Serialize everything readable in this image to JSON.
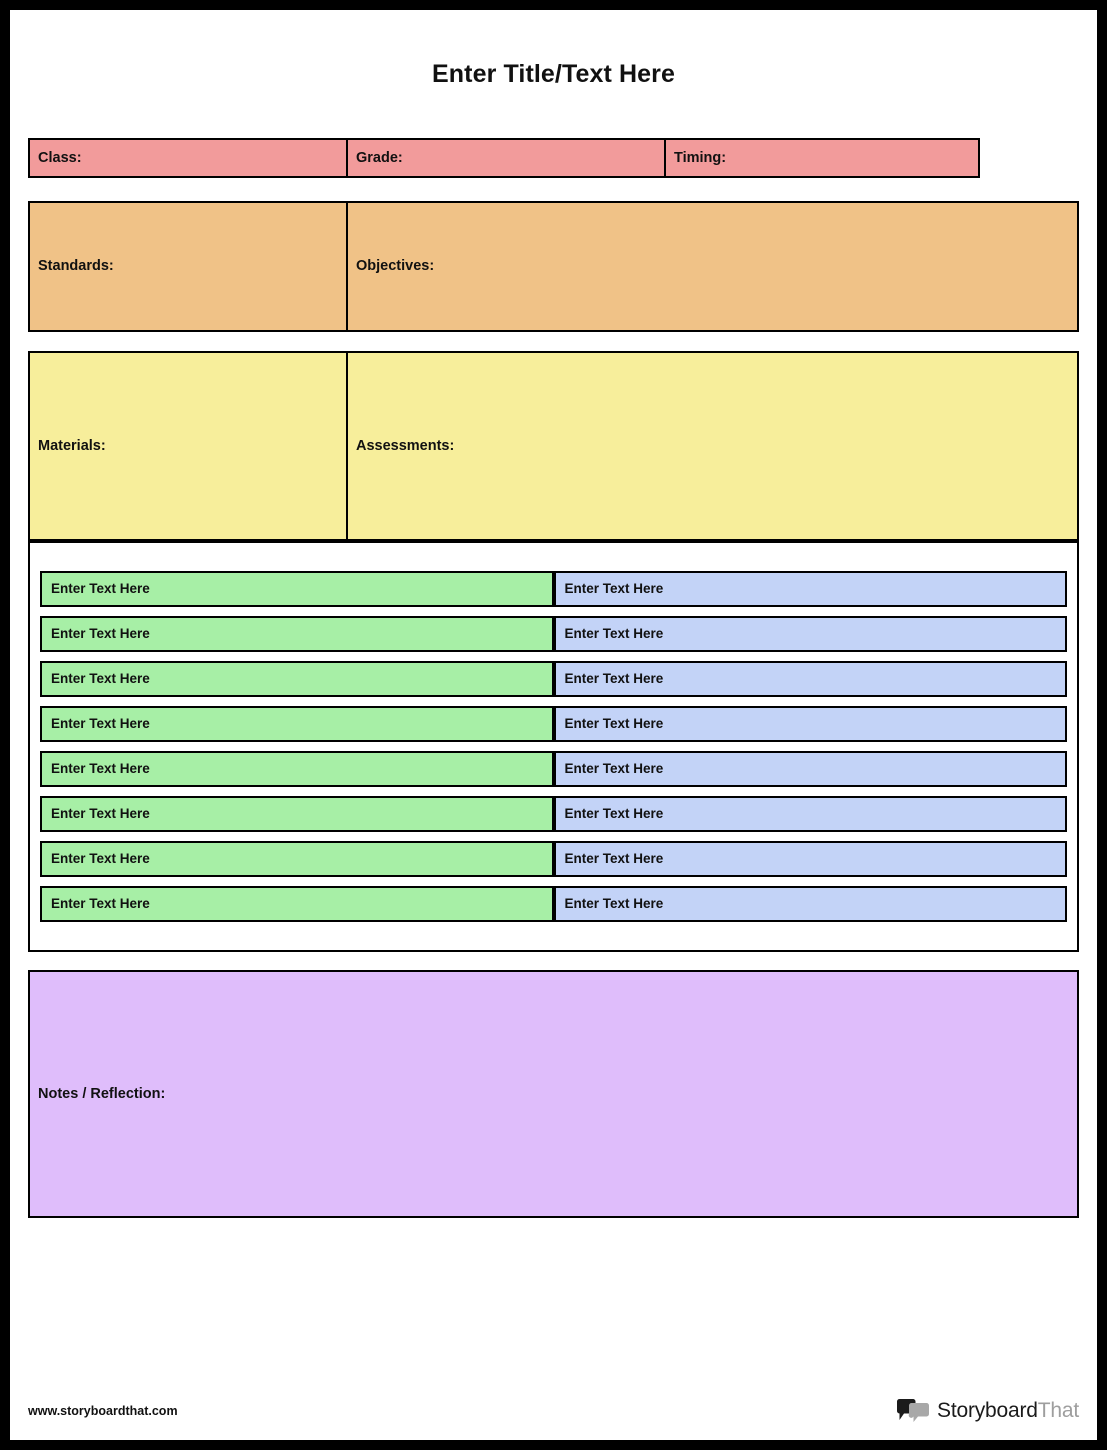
{
  "document": {
    "title": "Enter Title/Text Here"
  },
  "info_bar": {
    "fields": [
      {
        "label": "Class:"
      },
      {
        "label": "Grade:"
      },
      {
        "label": "Timing:"
      }
    ]
  },
  "standards_band": {
    "left_label": "Standards:",
    "right_label": "Objectives:"
  },
  "materials_band": {
    "left_label": "Materials:",
    "right_label": "Assessments:"
  },
  "activities": {
    "placeholder": "Enter Text Here",
    "rows": [
      {
        "left": "Enter Text Here",
        "right": "Enter Text Here"
      },
      {
        "left": "Enter Text Here",
        "right": "Enter Text Here"
      },
      {
        "left": "Enter Text Here",
        "right": "Enter Text Here"
      },
      {
        "left": "Enter Text Here",
        "right": "Enter Text Here"
      },
      {
        "left": "Enter Text Here",
        "right": "Enter Text Here"
      },
      {
        "left": "Enter Text Here",
        "right": "Enter Text Here"
      },
      {
        "left": "Enter Text Here",
        "right": "Enter Text Here"
      },
      {
        "left": "Enter Text Here",
        "right": "Enter Text Here"
      }
    ]
  },
  "notes_band": {
    "label": "Notes / Reflection:"
  },
  "footer": {
    "url": "www.storyboardthat.com",
    "brand_primary": "Storyboard",
    "brand_secondary": "That"
  },
  "colors": {
    "pink": "#F29B9B",
    "orange": "#F0C287",
    "yellow": "#F7EE9B",
    "green": "#A7EFA6",
    "blue": "#C3D3F7",
    "purple": "#DFBDFB",
    "border": "#000000",
    "brand_gray": "#9E9E9E"
  }
}
